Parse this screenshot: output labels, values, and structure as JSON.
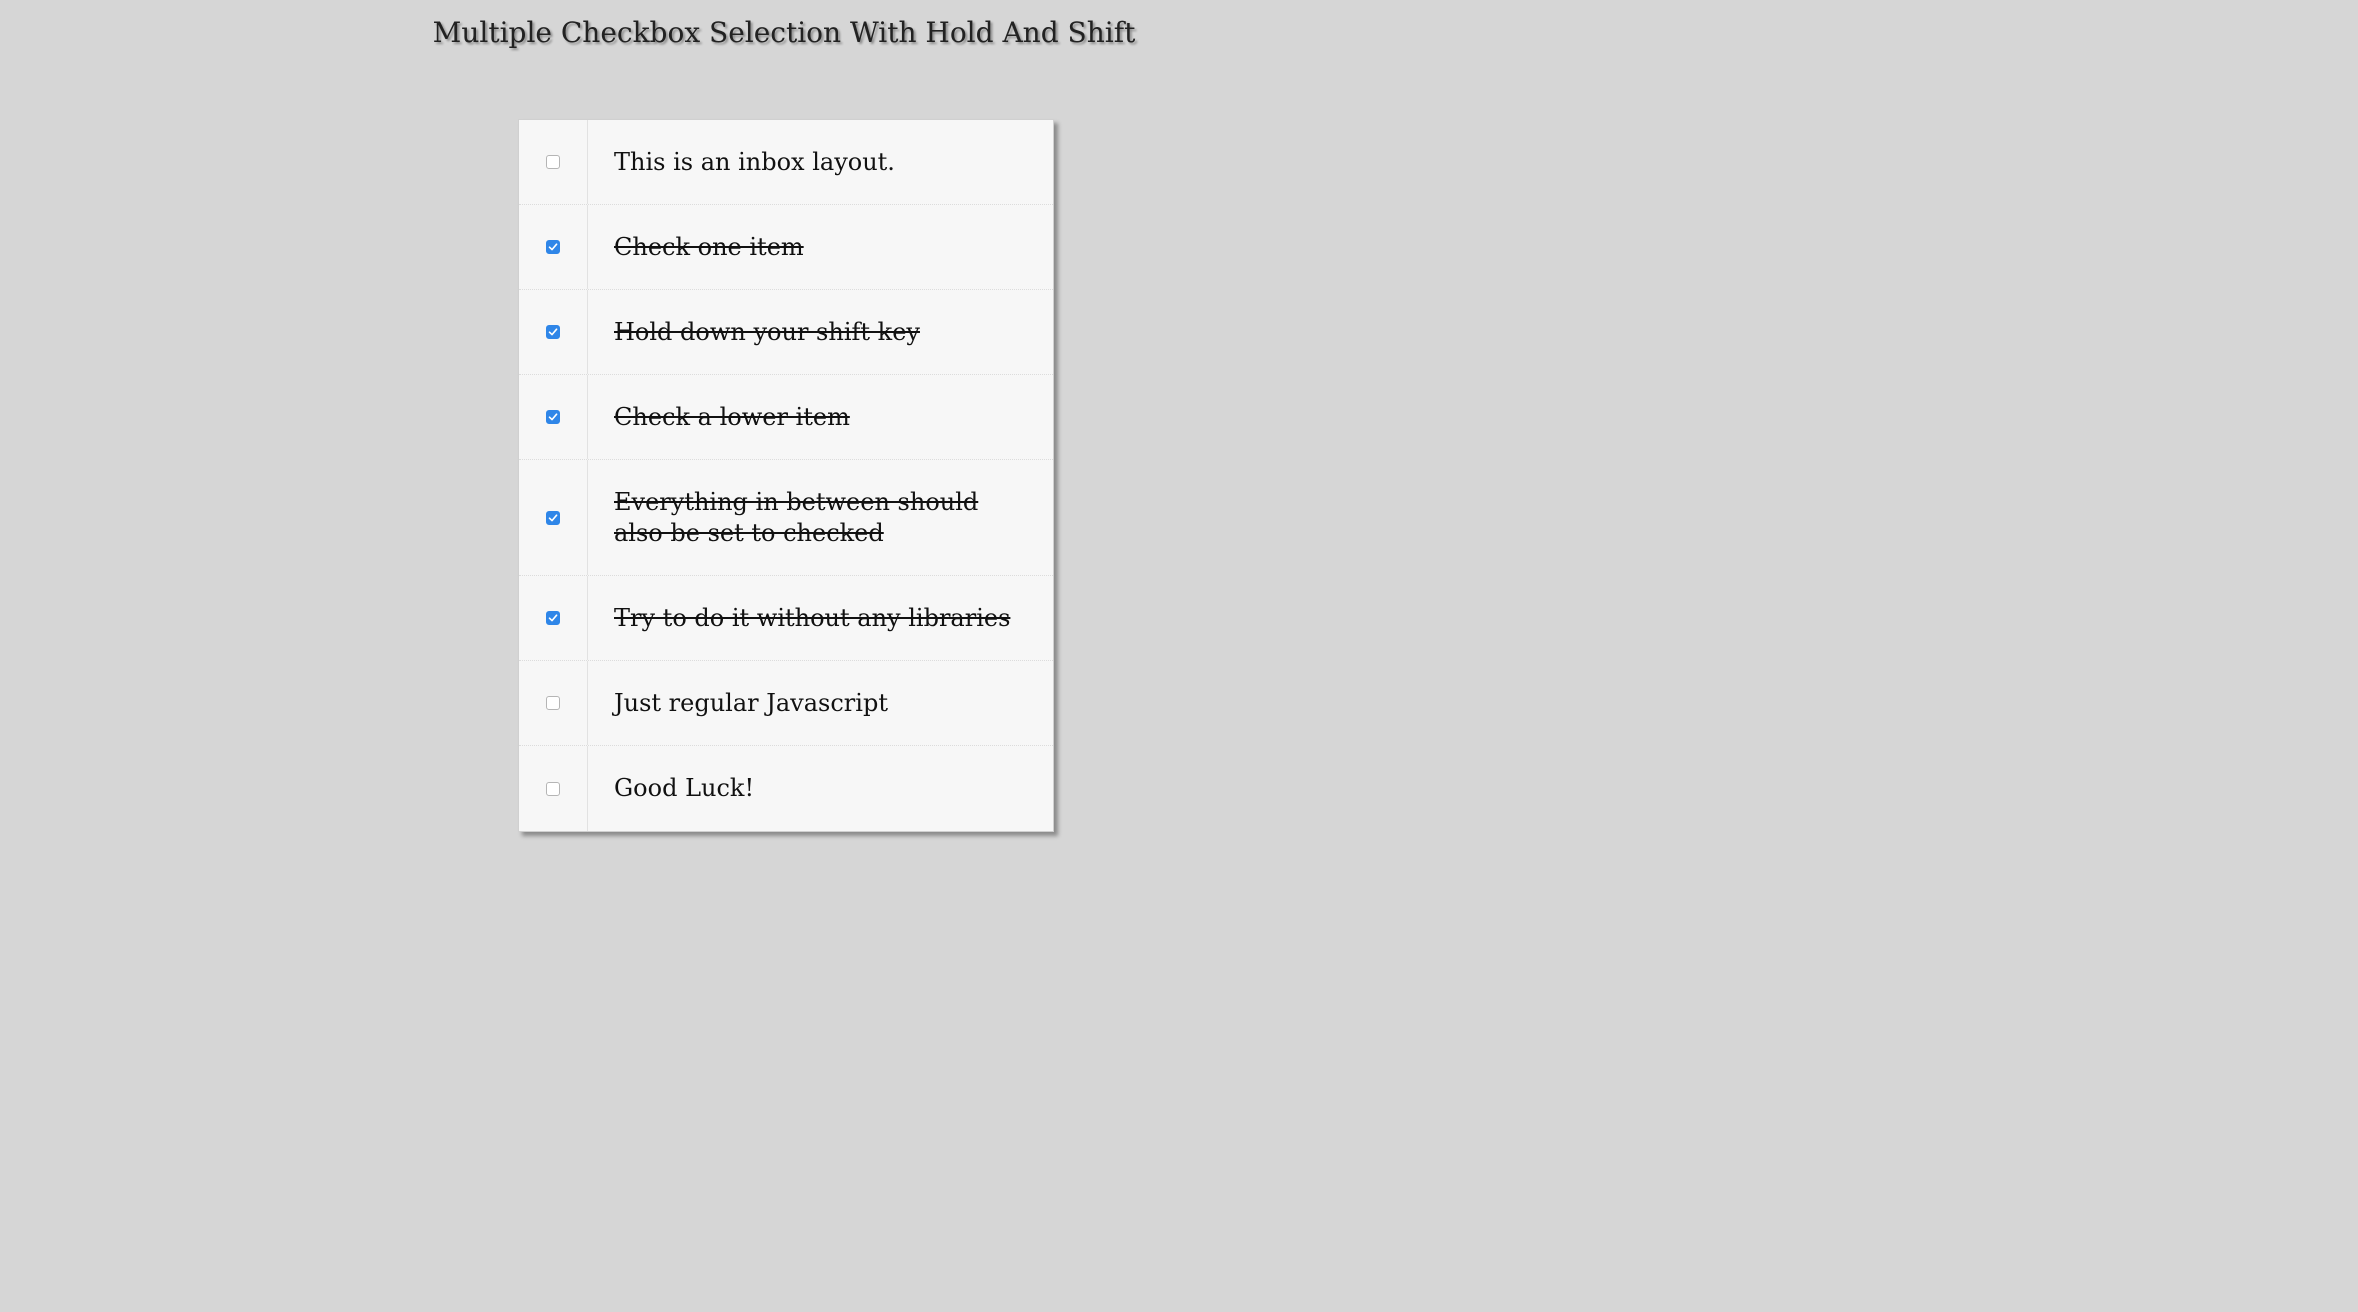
{
  "page": {
    "title": "Multiple Checkbox Selection With Hold And Shift"
  },
  "colors": {
    "background": "#d6d6d6",
    "panel": "#f7f7f7",
    "checkbox_checked": "#2f86e8"
  },
  "inbox": {
    "items": [
      {
        "label": "This is an inbox layout.",
        "checked": false
      },
      {
        "label": "Check one item",
        "checked": true
      },
      {
        "label": "Hold down your shift key",
        "checked": true
      },
      {
        "label": "Check a lower item",
        "checked": true
      },
      {
        "label": "Everything in between should also be set to checked",
        "checked": true
      },
      {
        "label": "Try to do it without any libraries",
        "checked": true
      },
      {
        "label": "Just regular Javascript",
        "checked": false
      },
      {
        "label": "Good Luck!",
        "checked": false
      }
    ]
  }
}
